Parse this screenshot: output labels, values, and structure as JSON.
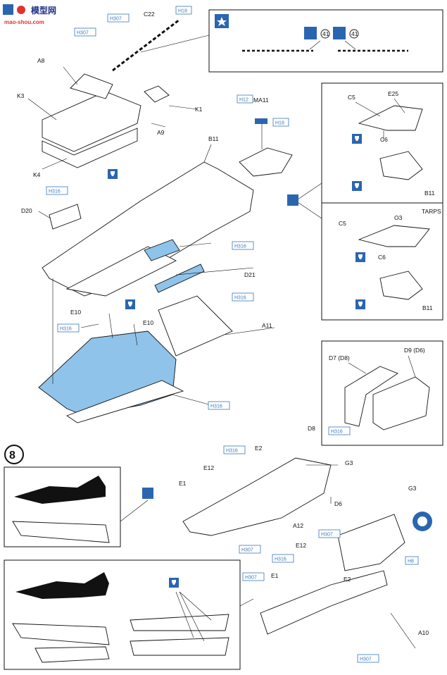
{
  "header": {
    "logo_text": "模型网",
    "logo_url": "mao-shou.com"
  },
  "step": {
    "number": "8"
  },
  "decal_box": {
    "labels": [
      "41",
      "41"
    ]
  },
  "labels": {
    "C22": "C22",
    "A8": "A8",
    "K3": "K3",
    "K1": "K1",
    "A9": "A9",
    "K4": "K4",
    "MA11": "MA11",
    "B11": "B11",
    "D20": "D20",
    "D21": "D21",
    "E10": "E10",
    "A11": "A11",
    "C5": "C5",
    "E25": "E25",
    "C6": "C6",
    "O3": "O3",
    "TARPS": "TARPS",
    "D7": "D7 (D8)",
    "D9": "D9 (D6)",
    "D8": "D8",
    "G3": "G3",
    "E2": "E2",
    "E12": "E12",
    "E1": "E1",
    "D6": "D6",
    "A12": "A12",
    "A10": "A10"
  },
  "paint_codes": {
    "H307": "H307",
    "H18": "H18",
    "H12": "H12",
    "H316": "H316",
    "H8": "H8"
  }
}
